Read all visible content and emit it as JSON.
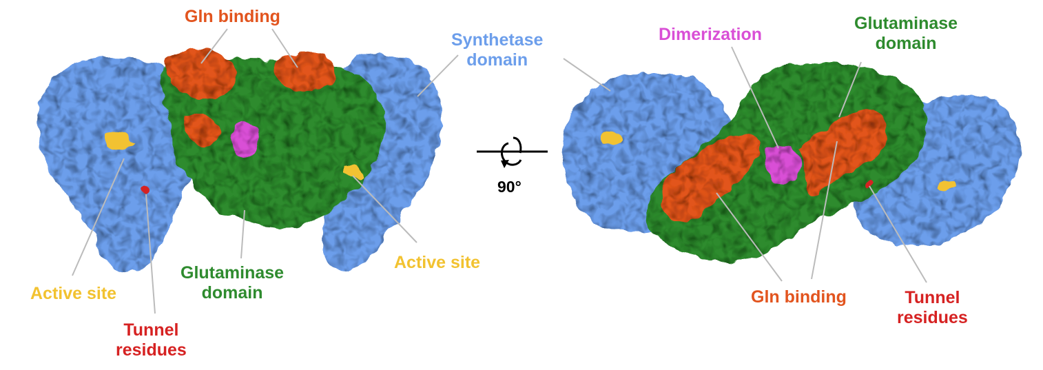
{
  "colors": {
    "synthetase": "#6C9EEB",
    "glutaminase": "#2E8B2E",
    "gln_binding": "#E2541E",
    "dimerization": "#D94FD6",
    "active_site": "#F2C230",
    "tunnel": "#D62222",
    "leader": "#BBBBBB"
  },
  "left_view": {
    "gln_binding": "Gln binding",
    "synthetase_1": "Synthetase",
    "synthetase_2": "domain",
    "active_site_left": "Active site",
    "active_site_right": "Active site",
    "tunnel_1": "Tunnel",
    "tunnel_2": "residues",
    "glutaminase_1": "Glutaminase",
    "glutaminase_2": "domain"
  },
  "rotation": {
    "label": "90°"
  },
  "right_view": {
    "dimerization": "Dimerization",
    "glutaminase_1": "Glutaminase",
    "glutaminase_2": "domain",
    "gln_binding": "Gln binding",
    "tunnel_1": "Tunnel",
    "tunnel_2": "residues"
  }
}
